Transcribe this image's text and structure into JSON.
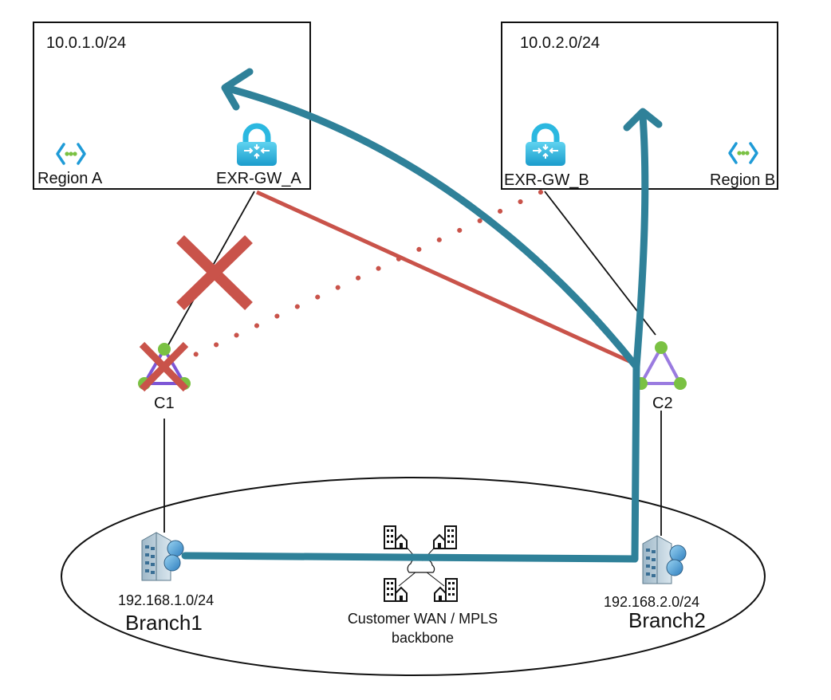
{
  "regions": {
    "a": {
      "subnet": "10.0.1.0/24",
      "name": "Region A",
      "gateway": "EXR-GW_A"
    },
    "b": {
      "subnet": "10.0.2.0/24",
      "name": "Region B",
      "gateway": "EXR-GW_B"
    }
  },
  "circuits": {
    "c1": "C1",
    "c2": "C2"
  },
  "branches": {
    "b1": {
      "subnet": "192.168.1.0/24",
      "name": "Branch1"
    },
    "b2": {
      "subnet": "192.168.2.0/24",
      "name": "Branch2"
    }
  },
  "wan": {
    "line1": "Customer WAN / MPLS",
    "line2": "backbone"
  },
  "colors": {
    "traffic": "#2f8199",
    "failed_link": "#c9534a",
    "circuit_node": "#7ac143",
    "circuit_edge": "#9a7be0",
    "vnet_icon": "#1f9bd7",
    "gateway_icon": "#2bb8e0"
  }
}
